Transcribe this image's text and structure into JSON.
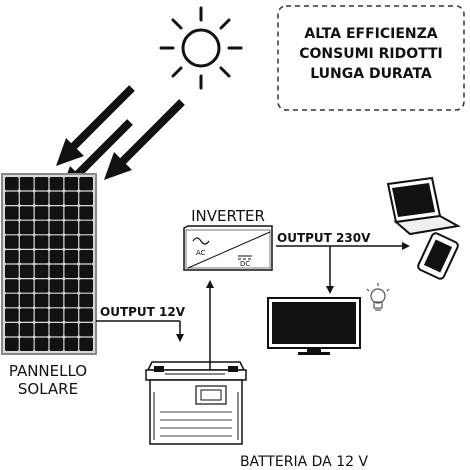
{
  "features_box": {
    "lines": [
      "ALTA EFFICIENZA",
      "CONSUMI RIDOTTI",
      "LUNGA DURATA"
    ]
  },
  "panel": {
    "label_line1": "PANNELLO",
    "label_line2": "SOLARE"
  },
  "inverter": {
    "label": "INVERTER",
    "ac_label": "AC",
    "dc_label": "DC"
  },
  "battery": {
    "label": "BATTERIA DA 12 V"
  },
  "outputs": {
    "output_12v": "OUTPUT 12V",
    "output_230v": "OUTPUT 230V"
  },
  "icons": [
    "sun-icon",
    "solar-panel-icon",
    "inverter-icon",
    "battery-icon",
    "laptop-icon",
    "smartphone-icon",
    "tv-icon",
    "lightbulb-icon"
  ]
}
